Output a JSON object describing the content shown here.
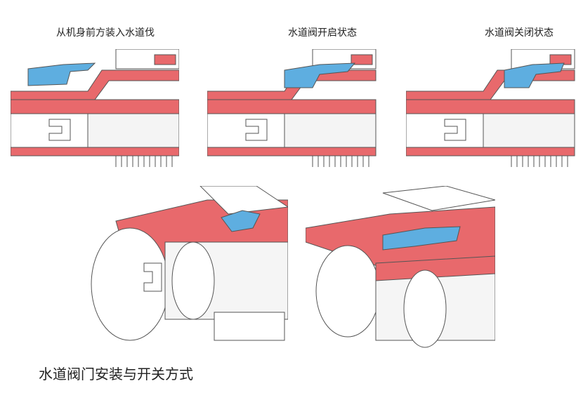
{
  "panels": [
    {
      "label": "从机身前方装入水道伐",
      "state": "installing"
    },
    {
      "label": "水道阀开启状态",
      "state": "open"
    },
    {
      "label": "水道阀关闭状态",
      "state": "closed"
    }
  ],
  "caption": "水道阀门安装与开关方式",
  "colors": {
    "red": "#e8696c",
    "blue": "#5eaee0",
    "outline": "#555555"
  }
}
